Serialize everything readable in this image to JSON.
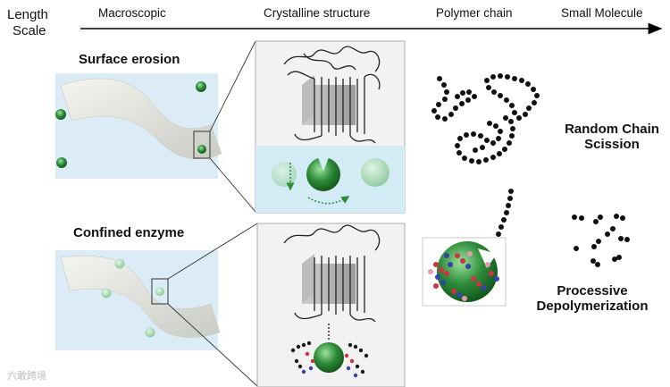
{
  "scale": {
    "label_line1": "Length",
    "label_line2": "Scale",
    "columns": [
      "Macroscopic",
      "Crystalline structure",
      "Polymer chain",
      "Small Molecule"
    ]
  },
  "rows": {
    "top_title": "Surface erosion",
    "bottom_title": "Confined enzyme"
  },
  "outcomes": {
    "random_line1": "Random Chain",
    "random_line2": "Scission",
    "processive_line1": "Processive",
    "processive_line2": "Depolymerization"
  },
  "watermark": "六敢跨境",
  "colors": {
    "enzyme_green": "#2e8b3a",
    "film_blue": "#dcecf7",
    "chain_black": "#111111"
  }
}
